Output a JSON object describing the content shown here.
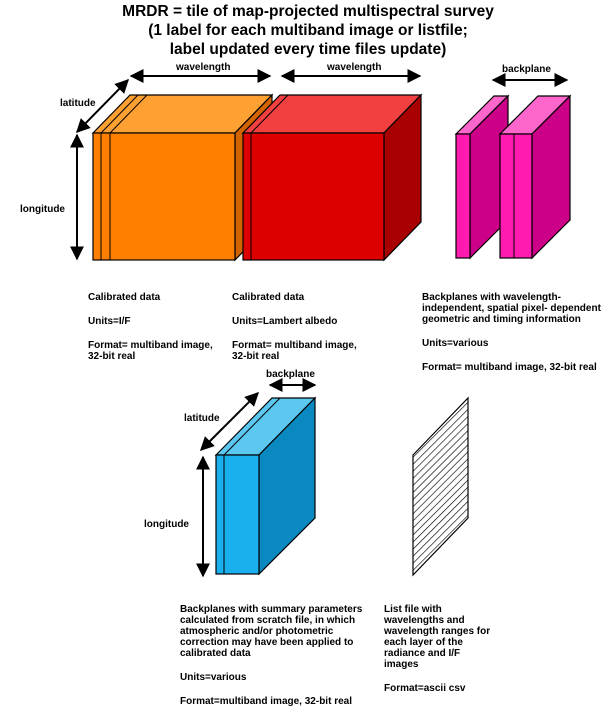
{
  "title": {
    "line1": "MRDR = tile of map-projected multispectral survey",
    "line2": "(1 label for each multiband image or listfile;",
    "line3": "label updated every time files update)"
  },
  "axis_labels": {
    "wavelength_1": "wavelength",
    "wavelength_2": "wavelength",
    "backplane_top": "backplane",
    "latitude_top": "latitude",
    "longitude_top": "longitude",
    "backplane_bottom": "backplane",
    "latitude_bottom": "latitude",
    "longitude_bottom": "longitude"
  },
  "captions": {
    "orange": {
      "line1": "Calibrated data",
      "line2": "Units=I/F",
      "line3": "Format= multiband image, 32-bit real"
    },
    "red": {
      "line1": "Calibrated data",
      "line2": "Units=Lambert albedo",
      "line3": "Format= multiband image, 32-bit real"
    },
    "magenta": {
      "line1": "Backplanes with wavelength-independent, spatial pixel- dependent geometric and timing information",
      "line2": "Units=various",
      "line3": "Format= multiband image, 32-bit real"
    },
    "blue": {
      "line1": "Backplanes with summary parameters calculated from scratch file, in which atmospheric and/or photometric correction may have been applied to calibrated data",
      "line2": "Units=various",
      "line3": "Format=multiband image, 32-bit real"
    },
    "list": {
      "line1": "List file with wavelengths and wavelength ranges for each layer of the radiance and I/F images",
      "line2": "Format=ascii csv"
    }
  },
  "colors": {
    "orange_front": "#ff8000",
    "orange_top": "#ffa033",
    "orange_side": "#d26400",
    "red_front": "#dd0000",
    "red_top": "#f24040",
    "red_side": "#a80000",
    "magenta_front": "#ff1ab0",
    "magenta_side": "#cc0088",
    "blue_front": "#1ab0ee",
    "blue_top": "#5cc8f2",
    "blue_side": "#0a88c0"
  },
  "icons": {
    "arrow": "double-headed-arrow",
    "list_file": "hatched-sheet"
  }
}
